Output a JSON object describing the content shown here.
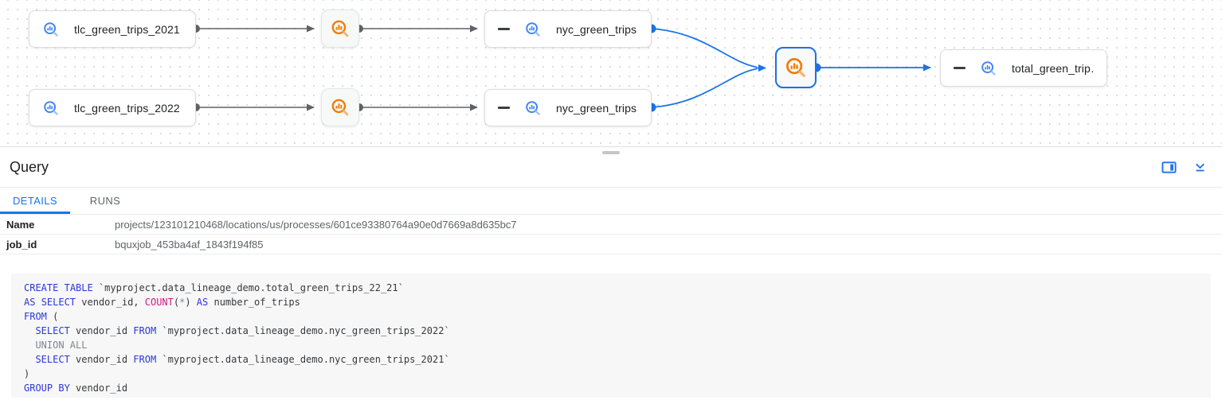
{
  "graph": {
    "nodes": {
      "tlc_2021": {
        "label": "tlc_green_trips_2021",
        "type": "bigquery-table"
      },
      "tlc_2022": {
        "label": "tlc_green_trips_2022",
        "type": "bigquery-table"
      },
      "nyc_2021": {
        "label": "nyc_green_trips…",
        "type": "bigquery-table",
        "collapse_control": true
      },
      "nyc_2022": {
        "label": "nyc_green_trips…",
        "type": "bigquery-table",
        "collapse_control": true
      },
      "total": {
        "label": "total_green_trip…",
        "type": "bigquery-table",
        "collapse_control": true
      }
    },
    "colors": {
      "edge_default": "#5f6368",
      "edge_selected": "#1a73e8",
      "table_icon": "#4285f4",
      "process_icon": "#f07d05",
      "selected_node_border": "#1a73e8"
    }
  },
  "panel": {
    "title": "Query",
    "tabs": [
      {
        "label": "DETAILS",
        "active": true
      },
      {
        "label": "RUNS",
        "active": false
      }
    ],
    "fields": [
      {
        "label": "Name",
        "value": "projects/123101210468/locations/us/processes/601ce93380764a90e0d7669a8d635bc7"
      },
      {
        "label": "job_id",
        "value": "bquxjob_453ba4af_1843f194f85"
      }
    ],
    "icons": {
      "side_panel": "open-in-side-panel",
      "collapse": "collapse-panel"
    },
    "accent": "#1a73e8"
  },
  "sql": {
    "colors": {
      "keyword": "#2d37d7",
      "function": "#d01884",
      "muted": "#80868b",
      "plain": "#37393b"
    },
    "lines": [
      [
        [
          "kw",
          "CREATE"
        ],
        [
          "pl",
          " "
        ],
        [
          "kw",
          "TABLE"
        ],
        [
          "pl",
          " `myproject.data_lineage_demo.total_green_trips_22_21`"
        ]
      ],
      [
        [
          "kw",
          "AS"
        ],
        [
          "pl",
          " "
        ],
        [
          "kw",
          "SELECT"
        ],
        [
          "pl",
          " vendor_id, "
        ],
        [
          "fn",
          "COUNT"
        ],
        [
          "pl",
          "("
        ],
        [
          "gr",
          "*"
        ],
        [
          "pl",
          ") "
        ],
        [
          "kw",
          "AS"
        ],
        [
          "pl",
          " number_of_trips"
        ]
      ],
      [
        [
          "kw",
          "FROM"
        ],
        [
          "pl",
          " ("
        ]
      ],
      [
        [
          "pl",
          "  "
        ],
        [
          "kw",
          "SELECT"
        ],
        [
          "pl",
          " vendor_id "
        ],
        [
          "kw",
          "FROM"
        ],
        [
          "pl",
          " `myproject.data_lineage_demo.nyc_green_trips_2022`"
        ]
      ],
      [
        [
          "gr",
          "  UNION ALL"
        ]
      ],
      [
        [
          "pl",
          "  "
        ],
        [
          "kw",
          "SELECT"
        ],
        [
          "pl",
          " vendor_id "
        ],
        [
          "kw",
          "FROM"
        ],
        [
          "pl",
          " `myproject.data_lineage_demo.nyc_green_trips_2021`"
        ]
      ],
      [
        [
          "pl",
          ")"
        ]
      ],
      [
        [
          "kw",
          "GROUP"
        ],
        [
          "pl",
          " "
        ],
        [
          "kw",
          "BY"
        ],
        [
          "pl",
          " vendor_id"
        ]
      ]
    ]
  }
}
